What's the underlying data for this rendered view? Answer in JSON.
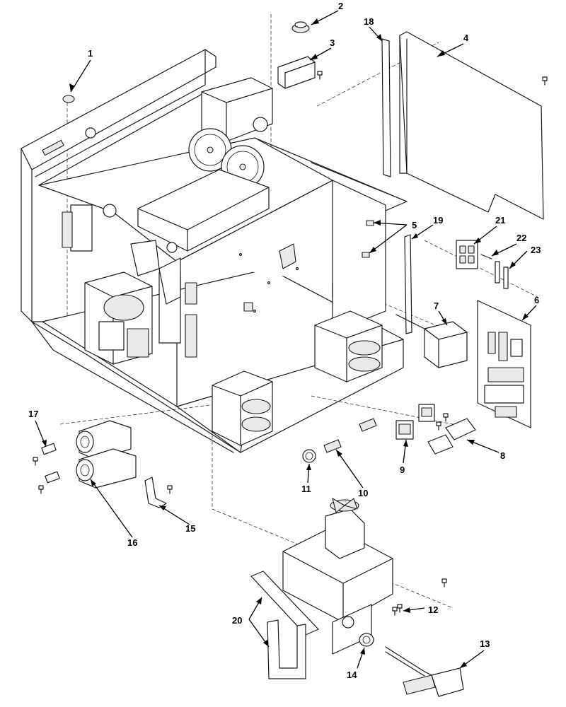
{
  "callouts": [
    {
      "id": "1",
      "label": "1"
    },
    {
      "id": "2",
      "label": "2"
    },
    {
      "id": "3",
      "label": "3"
    },
    {
      "id": "4",
      "label": "4"
    },
    {
      "id": "5",
      "label": "5"
    },
    {
      "id": "6",
      "label": "6"
    },
    {
      "id": "7",
      "label": "7"
    },
    {
      "id": "8",
      "label": "8"
    },
    {
      "id": "9",
      "label": "9"
    },
    {
      "id": "10",
      "label": "10"
    },
    {
      "id": "11",
      "label": "11"
    },
    {
      "id": "12",
      "label": "12"
    },
    {
      "id": "13",
      "label": "13"
    },
    {
      "id": "14",
      "label": "14"
    },
    {
      "id": "15",
      "label": "15"
    },
    {
      "id": "16",
      "label": "16"
    },
    {
      "id": "17",
      "label": "17"
    },
    {
      "id": "18",
      "label": "18"
    },
    {
      "id": "19",
      "label": "19"
    },
    {
      "id": "20",
      "label": "20"
    },
    {
      "id": "21",
      "label": "21"
    },
    {
      "id": "22",
      "label": "22"
    },
    {
      "id": "23",
      "label": "23"
    }
  ],
  "colors": {
    "line": "#1a1a1a",
    "background": "#ffffff"
  }
}
